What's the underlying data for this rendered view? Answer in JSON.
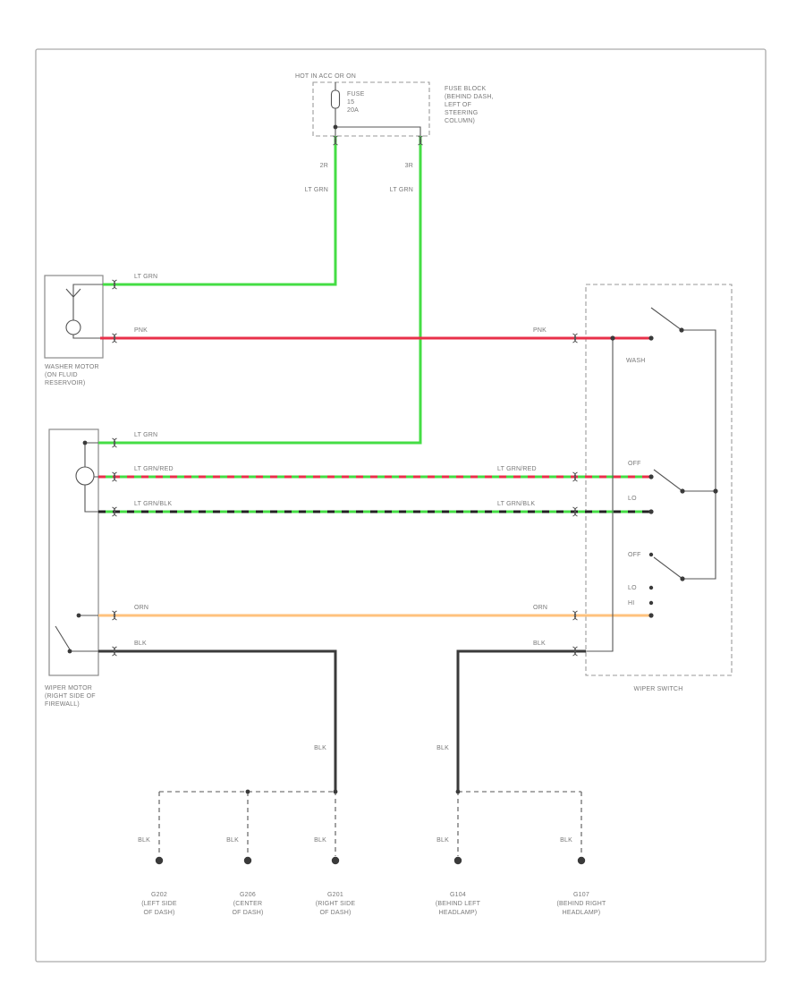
{
  "colors": {
    "lt_grn": "#44dd44",
    "pnk": "#e8304a",
    "orn": "#ffc27d",
    "blk": "#3a3a3a",
    "red_stripe": "#e8304a",
    "blk_stripe": "#222222"
  },
  "power": {
    "label": "HOT IN ACC OR ON"
  },
  "fuse": {
    "name": "FUSE",
    "number": "15",
    "rating": "20A"
  },
  "fuse_block_note": [
    "FUSE BLOCK",
    "(BEHIND DASH,",
    "LEFT OF",
    "STEERING",
    "COLUMN)"
  ],
  "circuits": {
    "left_branch": {
      "id": "2R",
      "color_label": "LT GRN"
    },
    "right_branch": {
      "id": "3R",
      "color_label": "LT GRN"
    },
    "washer_feed": "LT GRN",
    "wiper_feed": "LT GRN",
    "washer_return_left": "PNK",
    "washer_return_right": "PNK",
    "wiper_low_left": "LT GRN/RED",
    "wiper_low_right": "LT GRN/RED",
    "wiper_high_left": "LT GRN/BLK",
    "wiper_high_right": "LT GRN/BLK",
    "wiper_park_left": "ORN",
    "wiper_park_right": "ORN",
    "motor_ground": "BLK",
    "switch_ground": "BLK",
    "motor_ground_vertical": "BLK",
    "switch_ground_vertical": "BLK"
  },
  "components": {
    "washer_motor": {
      "label": [
        "WASHER MOTOR",
        "(ON FLUID",
        "RESERVOIR)"
      ]
    },
    "wiper_motor": {
      "label": [
        "WIPER MOTOR",
        "(RIGHT SIDE OF",
        "FIREWALL)"
      ]
    },
    "wiper_switch": {
      "label": "WIPER SWITCH",
      "positions": {
        "wash": "WASH",
        "mid_off": "OFF",
        "mid_lo": "LO",
        "park_off": "OFF",
        "park_lo": "LO",
        "park_hi": "HI"
      }
    }
  },
  "grounds": [
    {
      "id": "G202",
      "wire": "BLK",
      "location": [
        "(LEFT SIDE",
        "OF DASH)"
      ]
    },
    {
      "id": "G206",
      "wire": "BLK",
      "location": [
        "(CENTER",
        "OF DASH)"
      ]
    },
    {
      "id": "G201",
      "wire": "BLK",
      "location": [
        "(RIGHT SIDE",
        "OF DASH)"
      ]
    },
    {
      "id": "G104",
      "wire": "BLK",
      "location": [
        "(BEHIND LEFT",
        "HEADLAMP)"
      ]
    },
    {
      "id": "G107",
      "wire": "BLK",
      "location": [
        "(BEHIND RIGHT",
        "HEADLAMP)"
      ]
    }
  ]
}
